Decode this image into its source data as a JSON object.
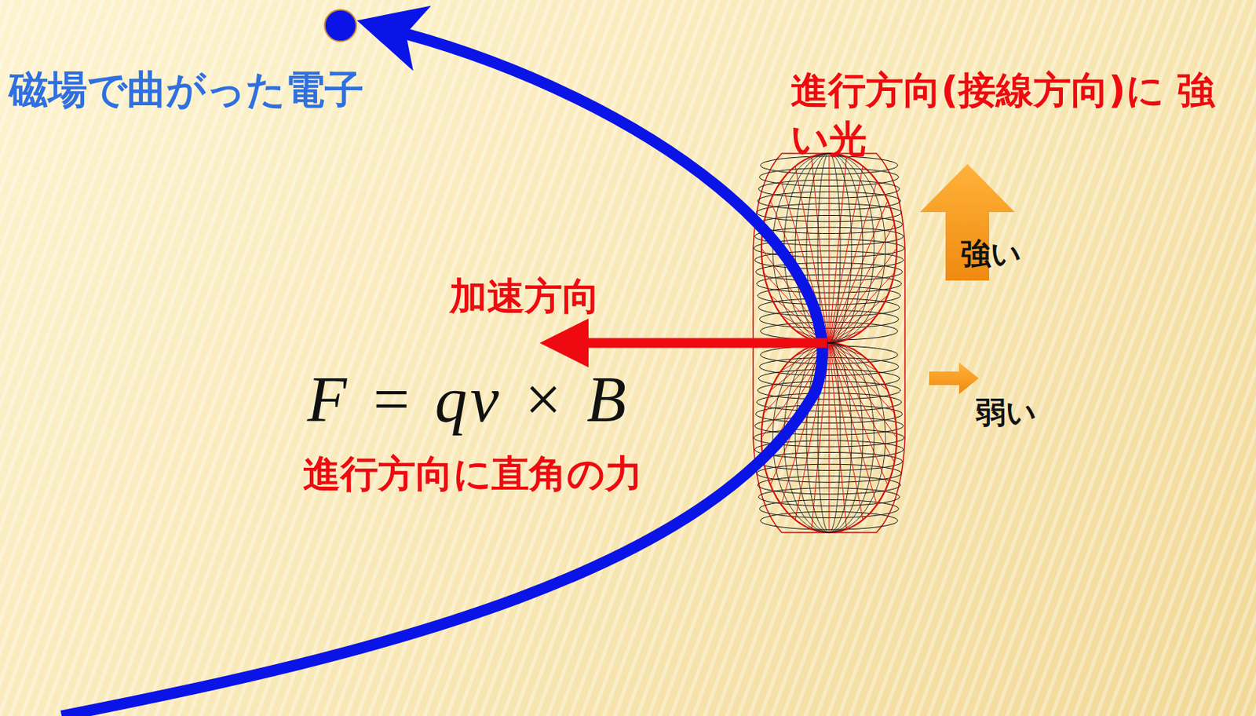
{
  "diagram": {
    "labels": [
      "磁場で曲がった電子",
      "進行方向(接線方向)に 強い光",
      "強い",
      "加速方向",
      "F = qv × B",
      "弱い",
      "進行方向に直角の力"
    ]
  }
}
